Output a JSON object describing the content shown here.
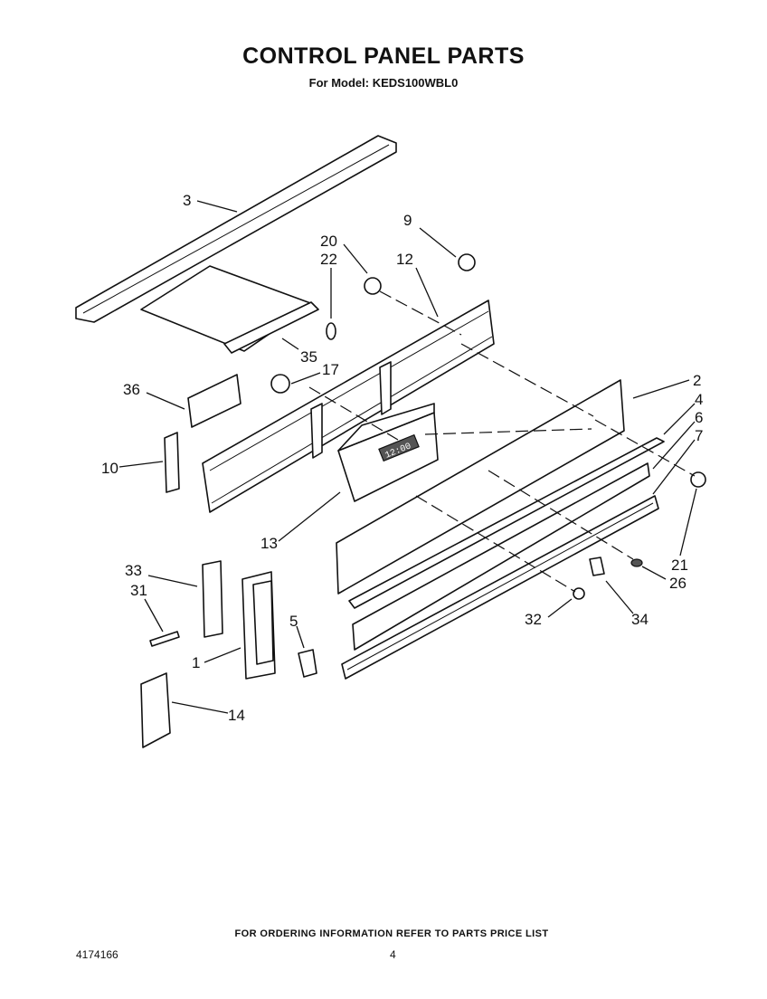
{
  "header": {
    "title": "CONTROL PANEL PARTS",
    "model_line": "For Model: KEDS100WBL0"
  },
  "footer": {
    "ordering_note": "FOR ORDERING INFORMATION REFER TO PARTS PRICE LIST",
    "document_number": "4174166",
    "page_number": "4"
  },
  "callouts": {
    "c1": "1",
    "c2": "2",
    "c3": "3",
    "c4": "4",
    "c5": "5",
    "c6": "6",
    "c7": "7",
    "c9": "9",
    "c10": "10",
    "c12": "12",
    "c13": "13",
    "c14": "14",
    "c17": "17",
    "c20": "20",
    "c21": "21",
    "c22": "22",
    "c26": "26",
    "c31": "31",
    "c32": "32",
    "c33": "33",
    "c34": "34",
    "c35": "35",
    "c36": "36"
  },
  "clock_display": "12:00"
}
